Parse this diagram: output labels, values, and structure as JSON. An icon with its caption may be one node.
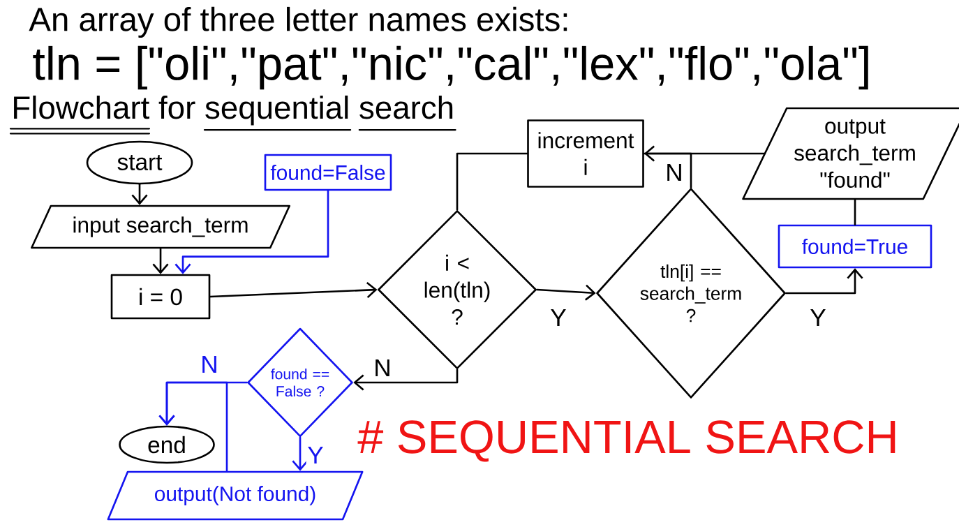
{
  "diagram": {
    "title": "Flowchart for sequential search",
    "nodes": [
      {
        "text": [
          "start"
        ]
      },
      {
        "text": [
          "found=False"
        ]
      },
      {
        "text": [
          "input search_term"
        ]
      },
      {
        "text": [
          "i = 0"
        ]
      },
      {
        "text": [
          "increment i"
        ]
      },
      {
        "text": [
          "output search_term \"found\""
        ]
      },
      {
        "text": [
          "i < len(tln) ?"
        ]
      },
      {
        "text": [
          "tln[i] == search_term ?"
        ]
      },
      {
        "text": [
          "found=True"
        ]
      },
      {
        "text": [
          "found == False ?"
        ]
      },
      {
        "text": [
          "end"
        ]
      },
      {
        "text": [
          "output(Not found)"
        ]
      }
    ],
    "edges": [
      {
        "from": 0,
        "to": 2,
        "arrow": "to"
      },
      {
        "from": 2,
        "to": 3,
        "arrow": "to"
      },
      {
        "from": 1,
        "to": 3,
        "arrow": "to",
        "color": "#1414f0"
      },
      {
        "from": 3,
        "to": 6,
        "arrow": "to"
      },
      {
        "from": 6,
        "to": 7,
        "arrow": "to",
        "label": "Y"
      },
      {
        "from": 7,
        "to": 4,
        "arrow": "to",
        "label": "N"
      },
      {
        "from": 5,
        "to": 4,
        "arrow": "none"
      },
      {
        "from": 4,
        "to": 6,
        "arrow": "none"
      },
      {
        "from": 7,
        "to": 8,
        "arrow": "to",
        "label": "Y"
      },
      {
        "from": 8,
        "to": 5,
        "arrow": "none"
      },
      {
        "from": 6,
        "to": 9,
        "arrow": "to",
        "label": "N"
      },
      {
        "from": 9,
        "to": 10,
        "arrow": "to",
        "label": "N",
        "color": "#1414f0"
      },
      {
        "from": 9,
        "to": 11,
        "arrow": "to",
        "label": "Y",
        "color": "#1414f0"
      },
      {
        "from": 11,
        "to": 10,
        "arrow": "to",
        "color": "#1414f0"
      }
    ],
    "labels": [
      "An array of three letter names exists:",
      "tln = [\"oli\",\"pat\",\"nic\",\"cal\",\"lex\",\"flo\",\"ola\"]",
      "# SEQUENTIAL SEARCH"
    ]
  }
}
